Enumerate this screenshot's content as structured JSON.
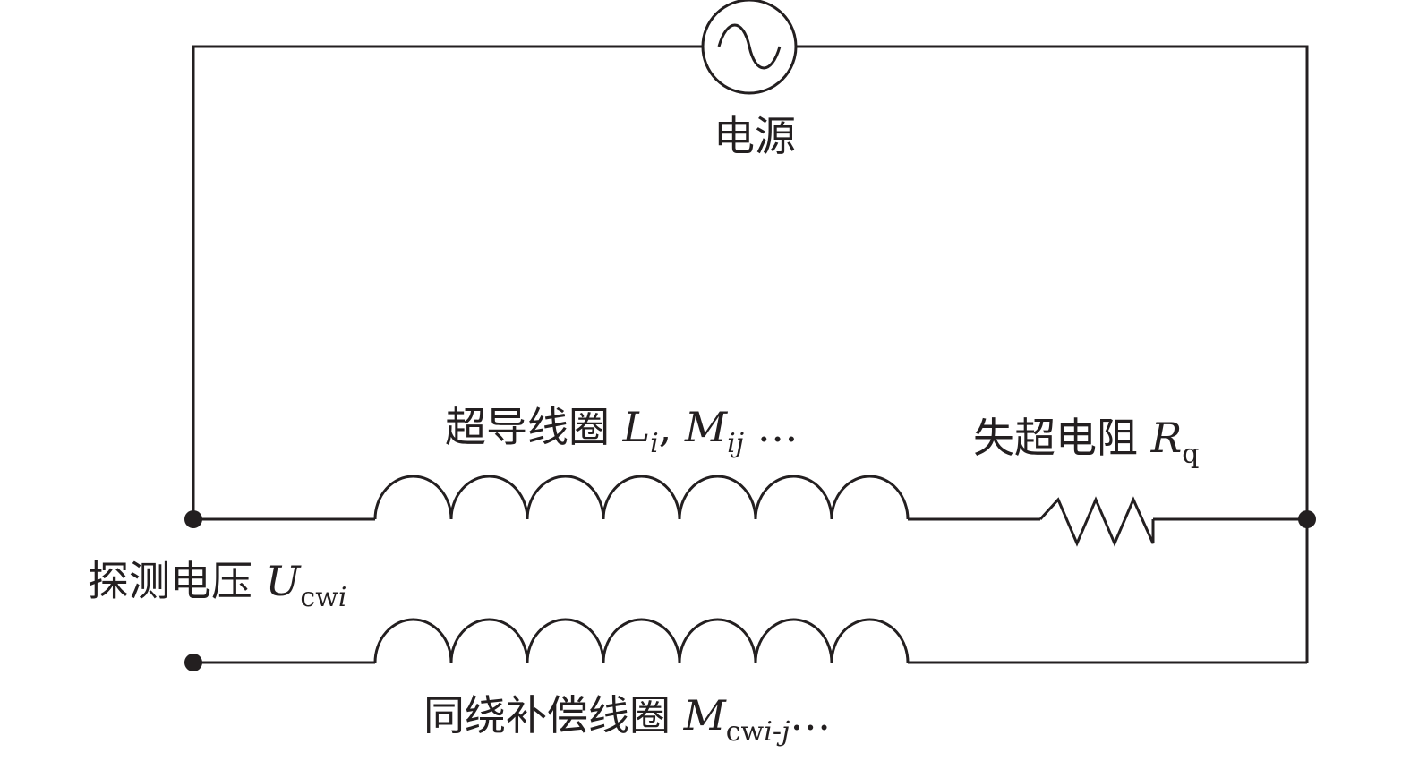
{
  "labels": {
    "source": "电源",
    "coil_main": {
      "prefix": "超导线圈 ",
      "L": "L",
      "L_sub": "i",
      "comma": ", ",
      "M": "M",
      "M_sub": "ij",
      "suffix": " …"
    },
    "resistor": {
      "prefix": "失超电阻 ",
      "R": "R",
      "R_sub": "q"
    },
    "probe": {
      "prefix": "探测电压 ",
      "U": "U",
      "U_sub_a": "cw",
      "U_sub_b": "i"
    },
    "comp_coil": {
      "prefix": "同绕补偿线圈 ",
      "M": "M",
      "sub_a": "cw",
      "sub_b": "i",
      "sub_c": "-",
      "sub_d": "j",
      "suffix": "…"
    }
  },
  "colors": {
    "line": "#231f20",
    "background": "#ffffff"
  }
}
